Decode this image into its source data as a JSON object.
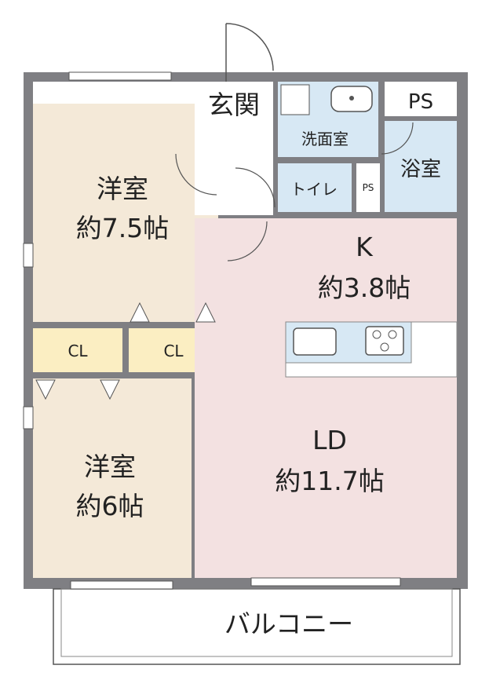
{
  "rooms": {
    "western_room_1": {
      "name": "洋室",
      "size": "約7.5帖"
    },
    "western_room_2": {
      "name": "洋室",
      "size": "約6帖"
    },
    "closet_1": {
      "name": "CL"
    },
    "closet_2": {
      "name": "CL"
    },
    "kitchen": {
      "name": "K",
      "size": "約3.8帖"
    },
    "living_dining": {
      "name": "LD",
      "size": "約11.7帖"
    },
    "entrance": {
      "name": "玄関"
    },
    "washroom": {
      "name": "洗面室"
    },
    "bathroom": {
      "name": "浴室"
    },
    "toilet": {
      "name": "トイレ"
    },
    "ps_large": {
      "name": "PS"
    },
    "ps_small": {
      "name": "PS"
    },
    "balcony": {
      "name": "バルコニー"
    }
  },
  "colors": {
    "wall": "#7f7f83",
    "western_room_fill": "#f4e9d8",
    "closet_fill": "#fbeec2",
    "ldk_fill": "#f3e1e1",
    "wet_area_fill": "#d7e8f4",
    "white_fill": "#ffffff"
  }
}
